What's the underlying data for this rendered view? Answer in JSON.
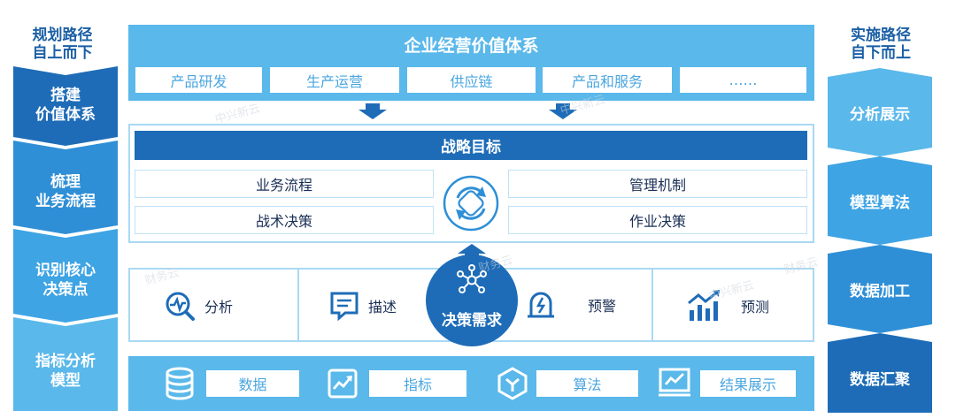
{
  "left": {
    "title_line1": "规划路径",
    "title_line2": "自上而下",
    "steps": [
      {
        "line1": "搭建",
        "line2": "价值体系"
      },
      {
        "line1": "梳理",
        "line2": "业务流程"
      },
      {
        "line1": "识别核心",
        "line2": "决策点"
      },
      {
        "line1": "指标分析",
        "line2": "模型"
      }
    ]
  },
  "right": {
    "title_line1": "实施路径",
    "title_line2": "自下而上",
    "steps": [
      "分析展示",
      "模型算法",
      "数据加工",
      "数据汇聚"
    ]
  },
  "top": {
    "title": "企业经营价值体系",
    "items": [
      "产品研发",
      "生产运营",
      "供应链",
      "产品和服务",
      "……"
    ]
  },
  "strategy": {
    "title": "战略目标",
    "left_cells": [
      "业务流程",
      "战术决策"
    ],
    "right_cells": [
      "管理机制",
      "作业决策"
    ]
  },
  "decision": {
    "center": "决策需求",
    "items": [
      "分析",
      "描述",
      "预警",
      "预测"
    ]
  },
  "bottom": {
    "items": [
      "数据",
      "指标",
      "算法",
      "结果展示"
    ]
  },
  "watermarks": {
    "a": "中兴新云",
    "b": "财务云"
  },
  "colors": {
    "dark_blue": "#1e6cb7",
    "light_blue": "#5ab8ea",
    "mid_blue": "#2f8fd6"
  }
}
